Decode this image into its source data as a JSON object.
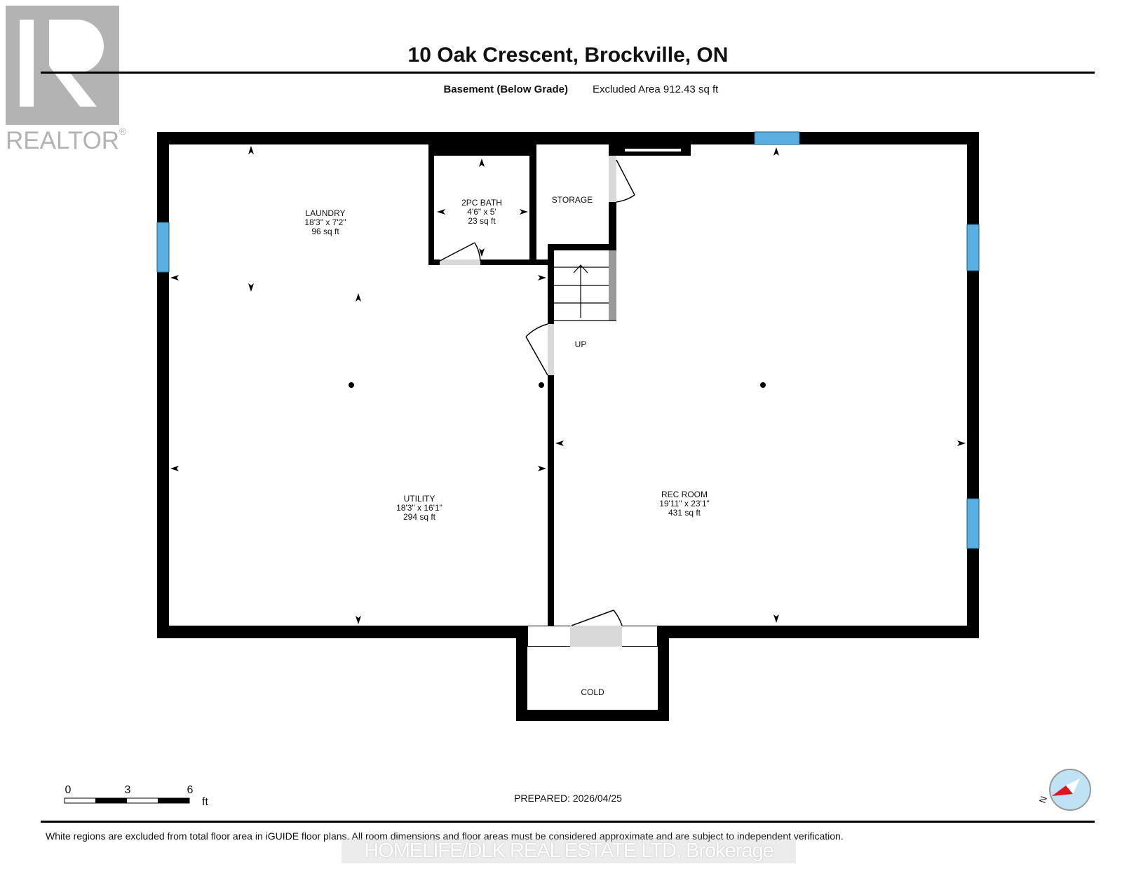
{
  "header": {
    "title": "10 Oak Crescent, Brockville, ON",
    "floor_label": "Basement (Below Grade)",
    "area_label": "Excluded Area 912.43 sq ft"
  },
  "logo": {
    "text": "REALTOR",
    "mark": "®"
  },
  "rooms": [
    {
      "name": "LAUNDRY",
      "dims": "18'3\" x 7'2\"",
      "area": "96 sq ft"
    },
    {
      "name": "2PC BATH",
      "dims": "4'6\" x 5'",
      "area": "23 sq ft"
    },
    {
      "name": "STORAGE"
    },
    {
      "name": "UTILITY",
      "dims": "18'3\" x 16'1\"",
      "area": "294 sq ft"
    },
    {
      "name": "REC ROOM",
      "dims": "19'11\" x 23'1\"",
      "area": "431 sq ft"
    },
    {
      "name": "COLD"
    }
  ],
  "stairs_label": "UP",
  "scale": {
    "ticks": [
      "0",
      "3",
      "6"
    ],
    "unit": "ft"
  },
  "prepared": "PREPARED: 2026/04/25",
  "compass": {
    "label": "N"
  },
  "footer": {
    "disclaimer": "White regions are excluded from total floor area in iGUIDE floor plans. All room dimensions and floor areas must be considered approximate and are subject to independent verification.",
    "watermark": "HOMELIFE/DLK REAL ESTATE LTD, Brokerage"
  },
  "colors": {
    "wall": "#000000",
    "window": "#5aaee0",
    "door": "#d9d9d9",
    "logo": "#b3b3b3",
    "compass_red": "#e0141e",
    "compass_blue": "#bfe3f5"
  }
}
